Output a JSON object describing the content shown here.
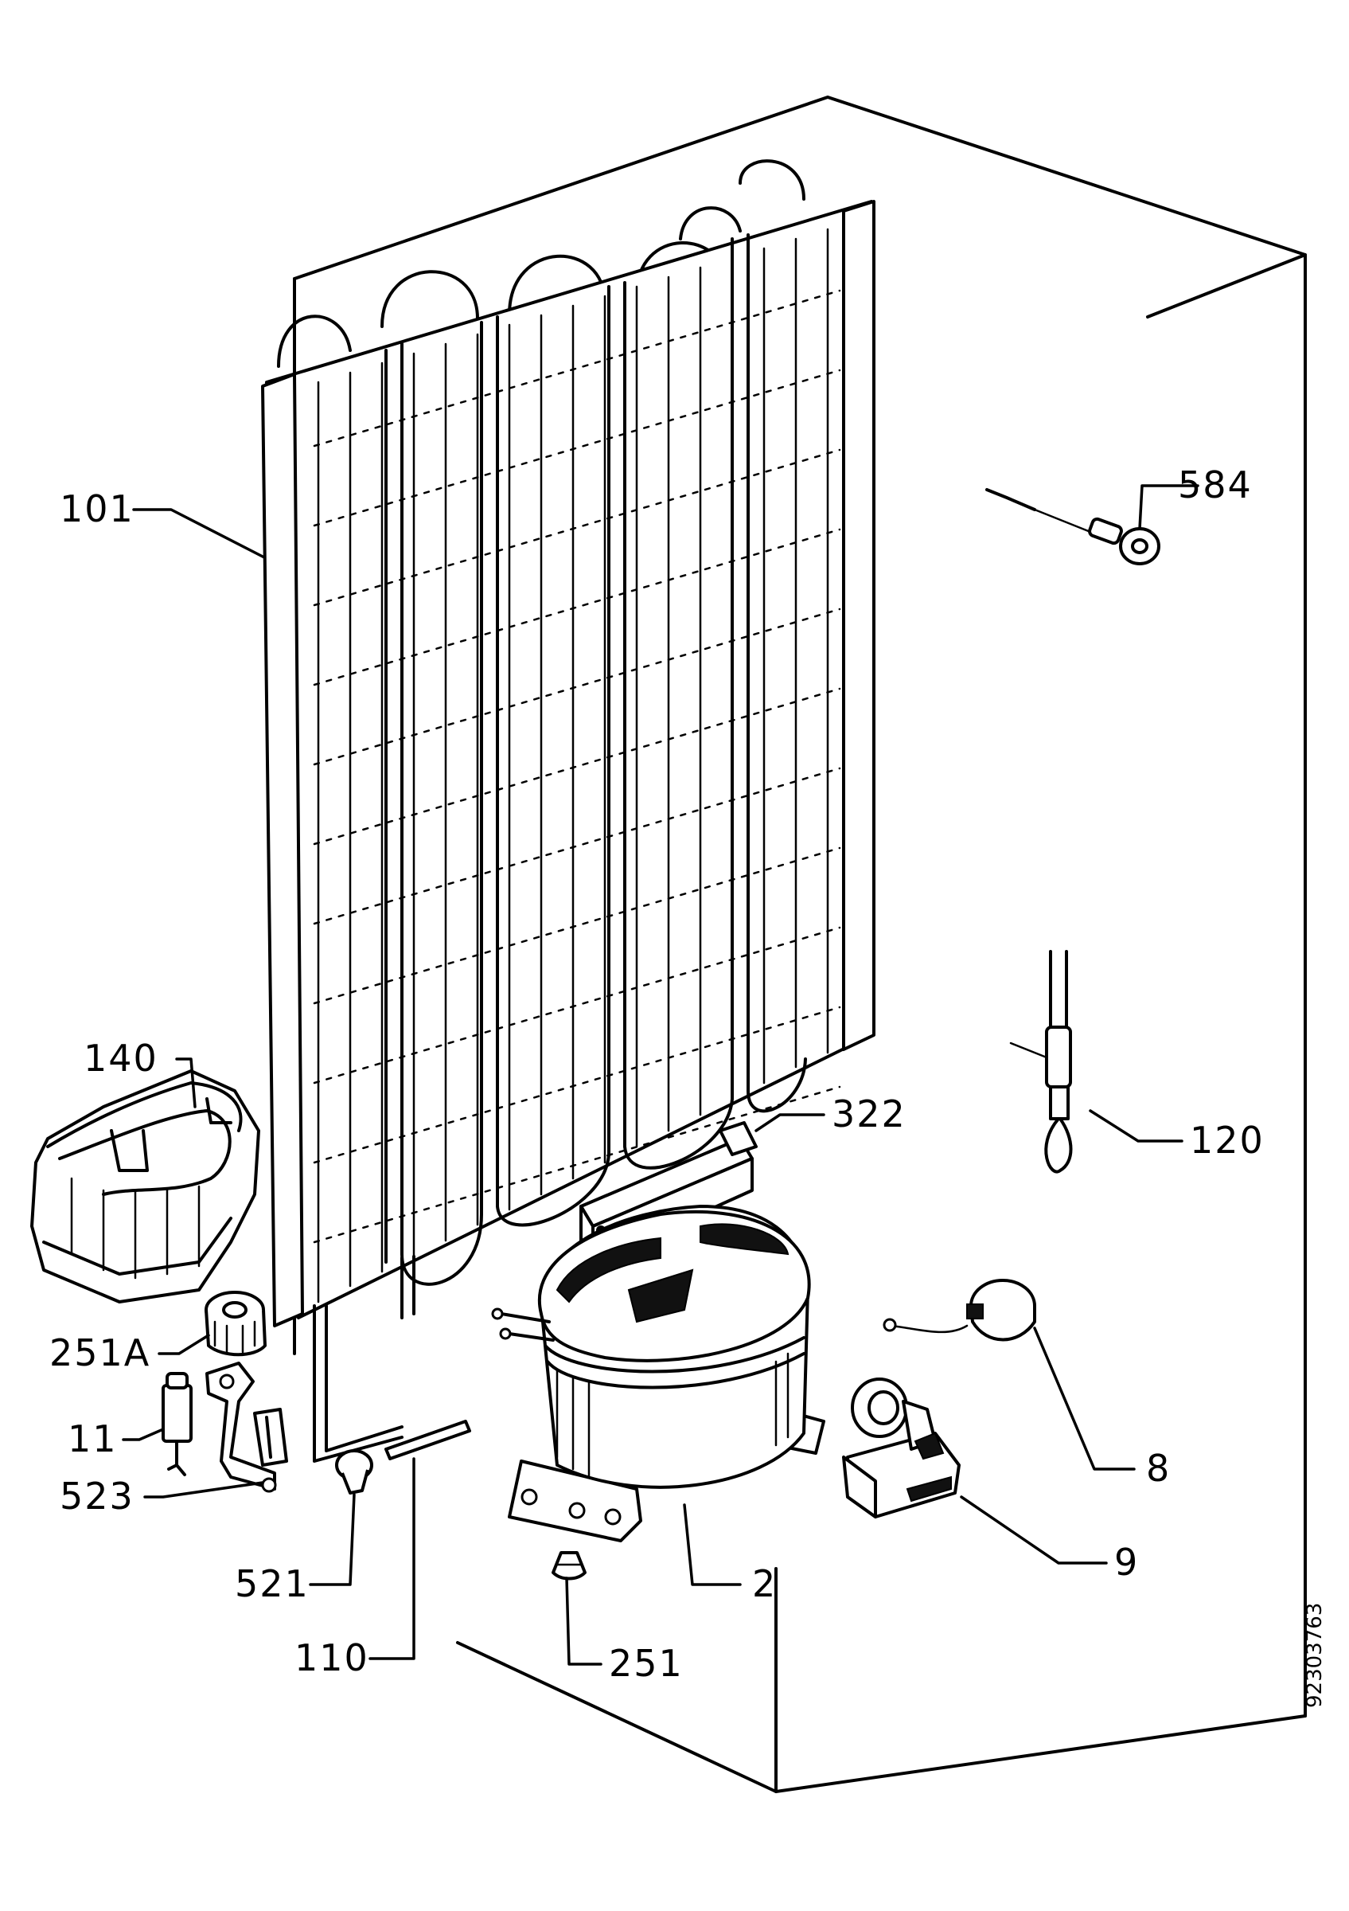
{
  "callouts": {
    "101": "101",
    "584": "584",
    "140": "140",
    "322": "322",
    "120": "120",
    "251A": "251A",
    "11": "11",
    "8": "8",
    "523": "523",
    "9": "9",
    "521": "521",
    "2": "2",
    "110": "110",
    "251": "251"
  },
  "document_number": "92303763"
}
